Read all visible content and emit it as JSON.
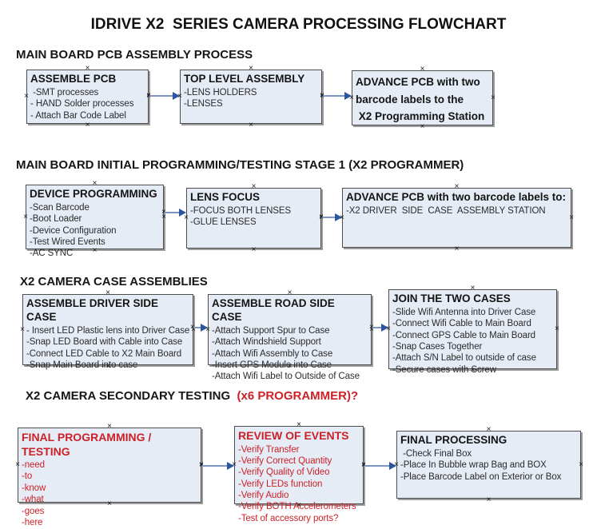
{
  "title": "IDRIVE X2  SERIES CAMERA PROCESSING FLOWCHART",
  "colors": {
    "box_fill": "#e6ecf6",
    "box_border": "#4d4d4d",
    "red_text": "#cc2127",
    "arrow_line": "#7d96bd",
    "arrow_head": "#2c55a0"
  },
  "sections": [
    {
      "heading": "MAIN BOARD PCB ASSEMBLY PROCESS",
      "boxes": [
        {
          "title": "ASSEMBLE PCB",
          "items": [
            " -SMT processes",
            "- HAND Solder processes",
            "- Attach Bar Code Label"
          ]
        },
        {
          "title": "TOP LEVEL ASSEMBLY",
          "items": [
            "-LENS HOLDERS",
            "-LENSES"
          ]
        },
        {
          "title": "ADVANCE PCB with two\nbarcode labels to the\n X2 Programming Station",
          "items": []
        }
      ]
    },
    {
      "heading": "MAIN BOARD INITIAL PROGRAMMING/TESTING STAGE 1 (X2 PROGRAMMER)",
      "boxes": [
        {
          "title": "DEVICE PROGRAMMING",
          "items": [
            "-Scan Barcode",
            "-Boot Loader",
            "-Device Configuration",
            "-Test Wired Events",
            "-AC SYNC"
          ]
        },
        {
          "title": "LENS FOCUS",
          "items": [
            "-FOCUS BOTH LENSES",
            "-GLUE LENSES"
          ]
        },
        {
          "title": "ADVANCE PCB with two barcode labels to:",
          "items": [
            "-X2 DRIVER  SIDE  CASE  ASSEMBLY STATION"
          ]
        }
      ]
    },
    {
      "heading": "X2 CAMERA CASE ASSEMBLIES",
      "boxes": [
        {
          "title": "ASSEMBLE DRIVER SIDE CASE",
          "items": [
            "- Insert LED Plastic lens into Driver Case",
            "-Snap LED Board with Cable into Case",
            "-Connect LED Cable to X2 Main Board",
            "-Snap Main Board into case"
          ]
        },
        {
          "title": "ASSEMBLE ROAD SIDE CASE",
          "items": [
            "-Attach Support Spur to Case",
            "-Attach Windshield Support",
            "-Attach Wifi Assembly to Case",
            "-Insert GPS Module into Case",
            "-Attach Wifi Label to Outside of Case"
          ]
        },
        {
          "title": "JOIN THE TWO CASES",
          "items": [
            "-Slide Wifi Antenna into Driver Case",
            "-Connect Wifi Cable to Main Board",
            "-Connect GPS Cable to Main Board",
            "-Snap Cases Together",
            "-Attach S/N Label to outside of case",
            "-Secure cases with Screw"
          ]
        }
      ]
    },
    {
      "heading": "X2 CAMERA SECONDARY TESTING ",
      "heading_red": " (x6 PROGRAMMER)?",
      "boxes": [
        {
          "title": "FINAL PROGRAMMING / TESTING",
          "items": [
            "-need",
            "-to",
            "-know",
            "-what",
            "-goes",
            "-here"
          ]
        },
        {
          "title": "REVIEW OF EVENTS",
          "items": [
            "-Verify Transfer",
            "-Verify Correct Quantity",
            "-Verify Quality of Video",
            "-Verify LEDs function",
            "-Verify Audio",
            "-Verify BOTH Accelerometers",
            "-Test of accessory ports?"
          ]
        },
        {
          "title": "FINAL PROCESSING",
          "items": [
            " -Check Final Box",
            "-Place In Bubble wrap Bag and BOX",
            "-Place Barcode Label on Exterior or Box"
          ]
        }
      ]
    }
  ]
}
